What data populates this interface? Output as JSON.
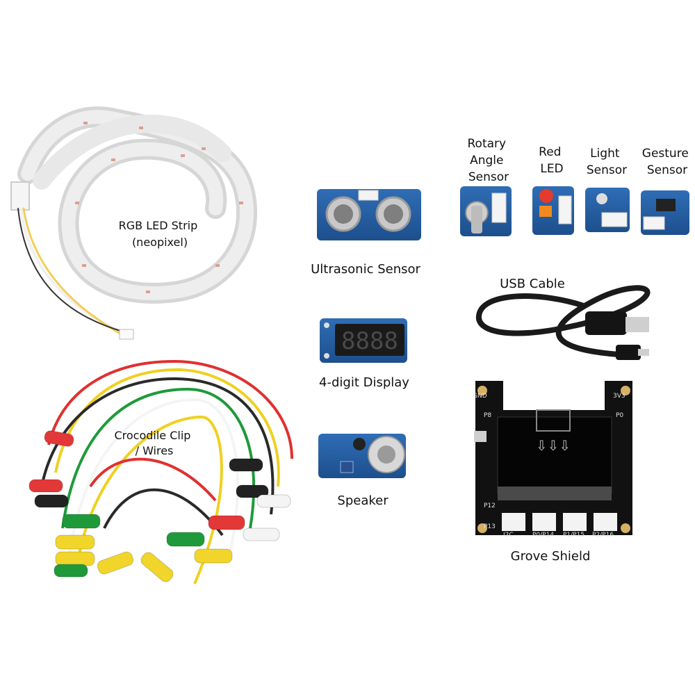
{
  "labels": {
    "led_strip": "RGB LED Strip\n(neopixel)",
    "crocodile": "Crocodile Clip\n/ Wires",
    "ultrasonic": "Ultrasonic Sensor",
    "display": "4-digit Display",
    "speaker": "Speaker",
    "rotary": "Rotary\nAngle\nSensor",
    "red_led": "Red\nLED",
    "light": "Light\nSensor",
    "gesture": "Gesture\nSensor",
    "usb": "USB Cable",
    "shield": "Grove Shield"
  },
  "display_digits": "8888",
  "shield_pins": [
    "GND",
    "3V3",
    "P8",
    "P0",
    "P12",
    "P13",
    "I2C",
    "P0/P14",
    "P1/P15",
    "P2/P16"
  ]
}
